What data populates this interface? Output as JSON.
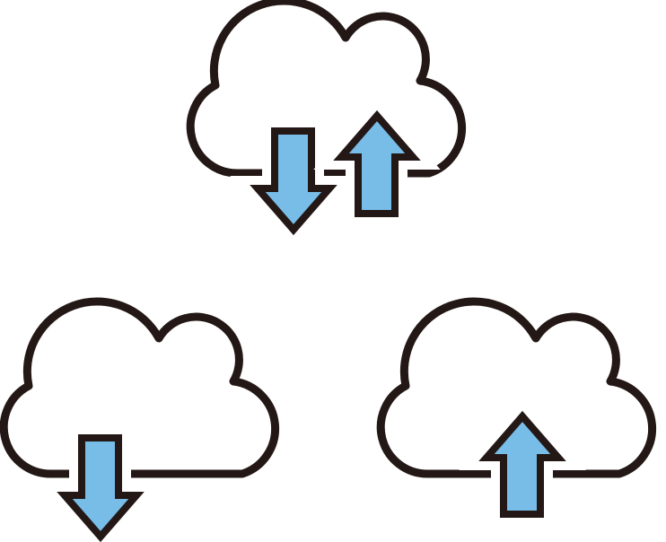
{
  "icons": [
    {
      "name": "cloud-sync-icon",
      "arrows": [
        "down",
        "up"
      ]
    },
    {
      "name": "cloud-download-icon",
      "arrows": [
        "down"
      ]
    },
    {
      "name": "cloud-upload-icon",
      "arrows": [
        "up"
      ]
    }
  ],
  "colors": {
    "outline": "#231815",
    "arrow_fill": "#78BDE8",
    "cloud_fill": "#ffffff",
    "background": "#ffffff"
  }
}
